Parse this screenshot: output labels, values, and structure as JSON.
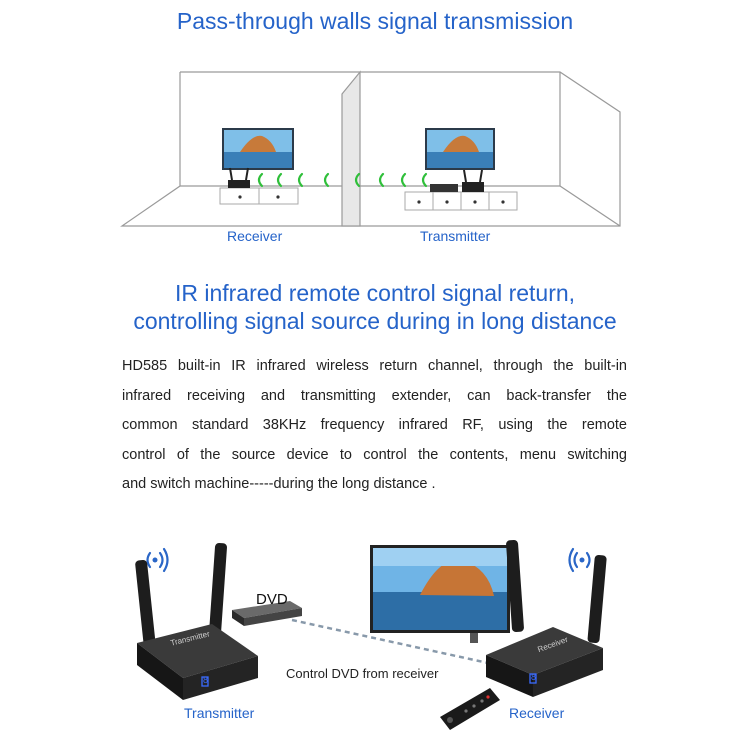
{
  "headings": {
    "walls": "Pass-through walls signal transmission",
    "ir_line1": "IR infrared remote control signal return,",
    "ir_line2": "controlling signal source during in long distance"
  },
  "room_labels": {
    "receiver": "Receiver",
    "transmitter": "Transmitter"
  },
  "description_lines": [
    "HD585 built-in IR infrared wireless return channel, through the built-in",
    "infrared receiving and transmitting extender, can back-transfer the",
    "common standard 38KHz frequency infrared RF, using the remote",
    "control of the source device to control the contents, menu switching",
    "and switch machine-----during the long distance ."
  ],
  "devices": {
    "dvd_label": "DVD",
    "control_caption": "Control DVD from receiver",
    "transmitter_label": "Transmitter",
    "receiver_label": "Receiver",
    "transmitter_box_text": "Transmitter",
    "receiver_box_text": "Receiver",
    "display_digit": "8"
  },
  "colors": {
    "accent": "#2563c9",
    "signal": "#2fbf3a",
    "ir_link": "#8899aa"
  }
}
